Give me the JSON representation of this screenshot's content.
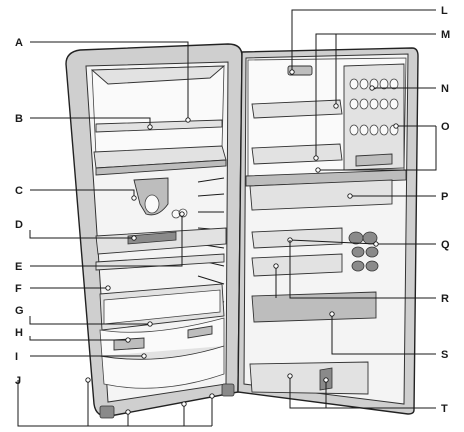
{
  "labels": {
    "A": "A",
    "B": "B",
    "C": "C",
    "D": "D",
    "E": "E",
    "F": "F",
    "G": "G",
    "H": "H",
    "I": "I",
    "J": "J",
    "L": "L",
    "M": "M",
    "N": "N",
    "O": "O",
    "P": "P",
    "Q": "Q",
    "R": "R",
    "S": "S",
    "T": "T"
  }
}
